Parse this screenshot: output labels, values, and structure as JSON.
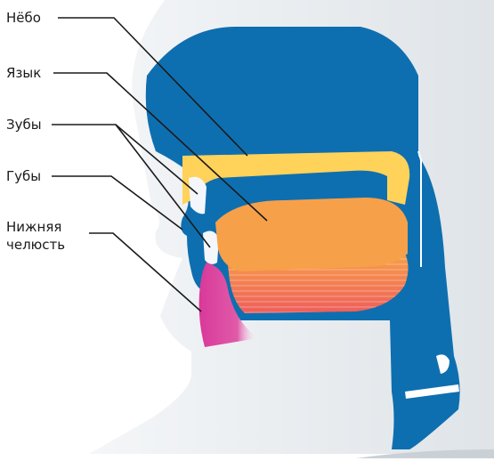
{
  "labels": {
    "palate": "Нёбо",
    "tongue": "Язык",
    "teeth": "Зубы",
    "lips": "Губы",
    "jaw_line1": "Нижняя",
    "jaw_line2": "челюсть"
  },
  "colors": {
    "head_shadow": "#e8ecef",
    "cavity_blue": "#0e6fb0",
    "palate_yellow": "#ffd25a",
    "tongue_orange": "#f7a04a",
    "tongue_muscle": "#f06a5a",
    "jaw_magenta": "#d9399a",
    "leader_line": "#1a1a1a"
  }
}
